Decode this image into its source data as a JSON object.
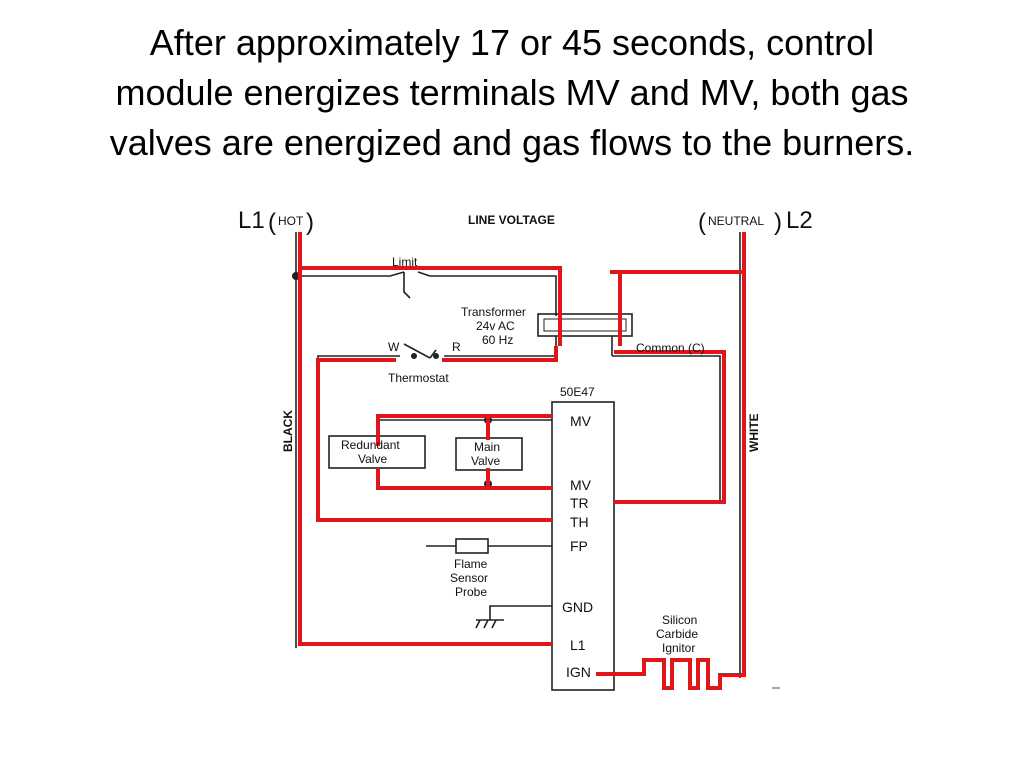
{
  "title_lines": [
    "After approximately 17 or 45 seconds, control",
    "module energizes terminals MV and MV, both gas",
    "valves are energized and gas flows to the burners."
  ],
  "diagram": {
    "l1_label": "L1",
    "hot_label": "HOT",
    "line_voltage_label": "LINE VOLTAGE",
    "neutral_label": "NEUTRAL",
    "l2_label": "L2",
    "limit_label": "Limit",
    "transformer_lines": [
      "Transformer",
      "24v AC",
      "60 Hz"
    ],
    "w_label": "W",
    "r_label": "R",
    "thermostat_label": "Thermostat",
    "common_label": "Common (C)",
    "module_label": "50E47",
    "black_label": "BLACK",
    "white_label": "WHITE",
    "redundant_valve_lines": [
      "Redundant",
      "Valve"
    ],
    "main_valve_lines": [
      "Main",
      "Valve"
    ],
    "terminals": {
      "mv1": "MV",
      "mv2": "MV",
      "tr": "TR",
      "th": "TH",
      "fp": "FP",
      "gnd": "GND",
      "l1": "L1",
      "ign": "IGN"
    },
    "flame_sensor_lines": [
      "Flame",
      "Sensor",
      "Probe"
    ],
    "ignitor_lines": [
      "Silicon",
      "Carbide",
      "Ignitor"
    ]
  },
  "colors": {
    "energized_wire": "#e0161b",
    "line_art": "#222222"
  }
}
